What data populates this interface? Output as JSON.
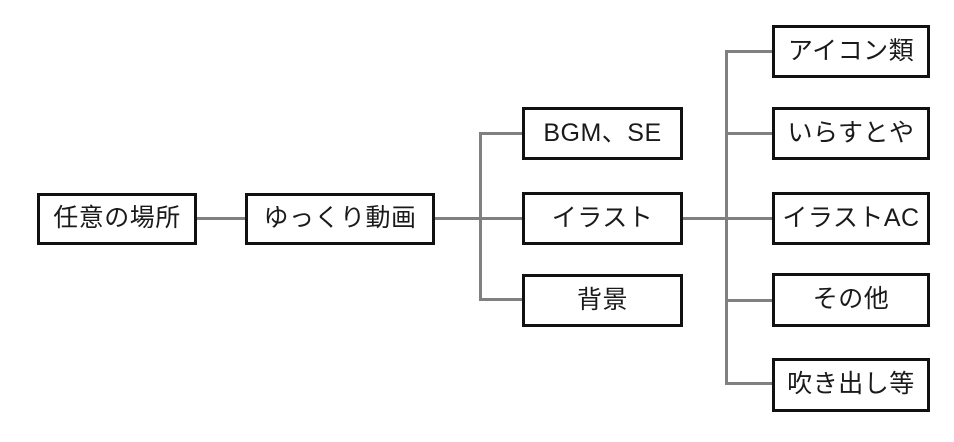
{
  "diagram": {
    "type": "tree-diagram",
    "orientation": "left-to-right",
    "background_color": "#ffffff",
    "box_border_color": "#111111",
    "connector_color": "#808080",
    "text_color": "#1a1a1a",
    "levels": [
      {
        "level": 1,
        "nodes": [
          {
            "id": "root",
            "label": "任意の場所"
          }
        ]
      },
      {
        "level": 2,
        "nodes": [
          {
            "id": "yukkuri",
            "label": "ゆっくり動画"
          }
        ]
      },
      {
        "level": 3,
        "nodes": [
          {
            "id": "bgm",
            "label": "BGM、SE"
          },
          {
            "id": "illust",
            "label": "イラスト"
          },
          {
            "id": "haikei",
            "label": "背景"
          }
        ]
      },
      {
        "level": 4,
        "nodes": [
          {
            "id": "icon",
            "label": "アイコン類"
          },
          {
            "id": "irasutoya",
            "label": "いらすとや"
          },
          {
            "id": "illustac",
            "label": "イラストAC"
          },
          {
            "id": "sonota",
            "label": "その他"
          },
          {
            "id": "fukidashi",
            "label": "吹き出し等"
          }
        ]
      }
    ],
    "edges": [
      {
        "from": "root",
        "to": "yukkuri"
      },
      {
        "from": "yukkuri",
        "to": "bgm"
      },
      {
        "from": "yukkuri",
        "to": "illust"
      },
      {
        "from": "yukkuri",
        "to": "haikei"
      },
      {
        "from": "illust",
        "to": "icon"
      },
      {
        "from": "illust",
        "to": "irasutoya"
      },
      {
        "from": "illust",
        "to": "illustac"
      },
      {
        "from": "illust",
        "to": "sonota"
      },
      {
        "from": "illust",
        "to": "fukidashi"
      }
    ]
  }
}
